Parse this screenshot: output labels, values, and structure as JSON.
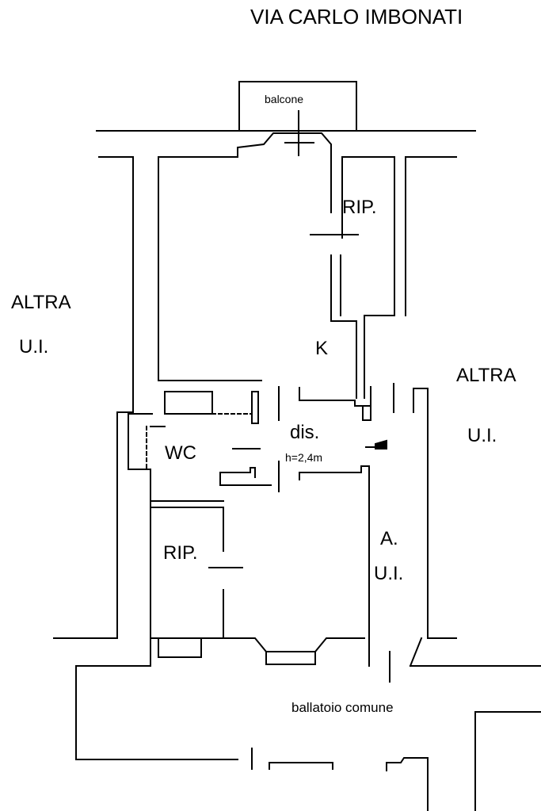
{
  "plan": {
    "street": "VIA CARLO IMBONATI",
    "balcony": "balcone",
    "storage_top": "RIP.",
    "kitchen": "K",
    "other_unit_left": [
      "ALTRA",
      "U.I."
    ],
    "other_unit_right": [
      "ALTRA",
      "U.I."
    ],
    "bathroom": "WC",
    "hallway": "dis.",
    "ceiling_height": "h=2,4m",
    "storage_bottom": "RIP.",
    "other_unit_short": [
      "A.",
      "U.I."
    ],
    "shared_gallery": "ballatoio comune"
  },
  "colors": {
    "line": "#000000",
    "background": "#ffffff"
  }
}
